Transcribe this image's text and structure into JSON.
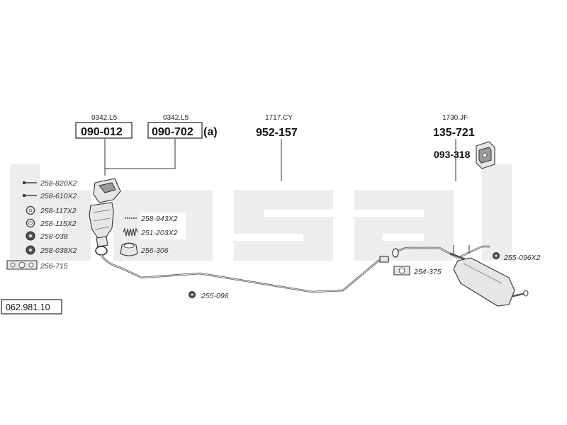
{
  "watermark": "bosal",
  "diagram_number": "062.981.10",
  "main_parts": {
    "cat_1": {
      "code": "0342.L5",
      "number": "090-012"
    },
    "cat_2": {
      "code": "0342.L5",
      "number": "090-702",
      "suffix": "(a)"
    },
    "middle_pipe": {
      "code": "1717.CY",
      "number": "952-157"
    },
    "rear_silencer": {
      "code": "1730.JF",
      "number": "135-721"
    },
    "mounting_kit": {
      "number": "093-318"
    }
  },
  "small_parts": {
    "p_258_820": "258-820X2",
    "p_258_610": "258-610X2",
    "p_258_117": "258-117X2",
    "p_258_115": "258-115X2",
    "p_258_038": "258-038",
    "p_258_038x2": "258-038X2",
    "p_256_715": "256-715",
    "p_258_943": "258-943X2",
    "p_251_203": "251-203X2",
    "p_256_306": "256-306",
    "p_255_096": "255-096",
    "p_254_375": "254-375",
    "p_255_096x2": "255-096X2"
  },
  "colors": {
    "watermark": "#ededed",
    "line": "#333333",
    "part_fill": "#e6e6e6"
  }
}
